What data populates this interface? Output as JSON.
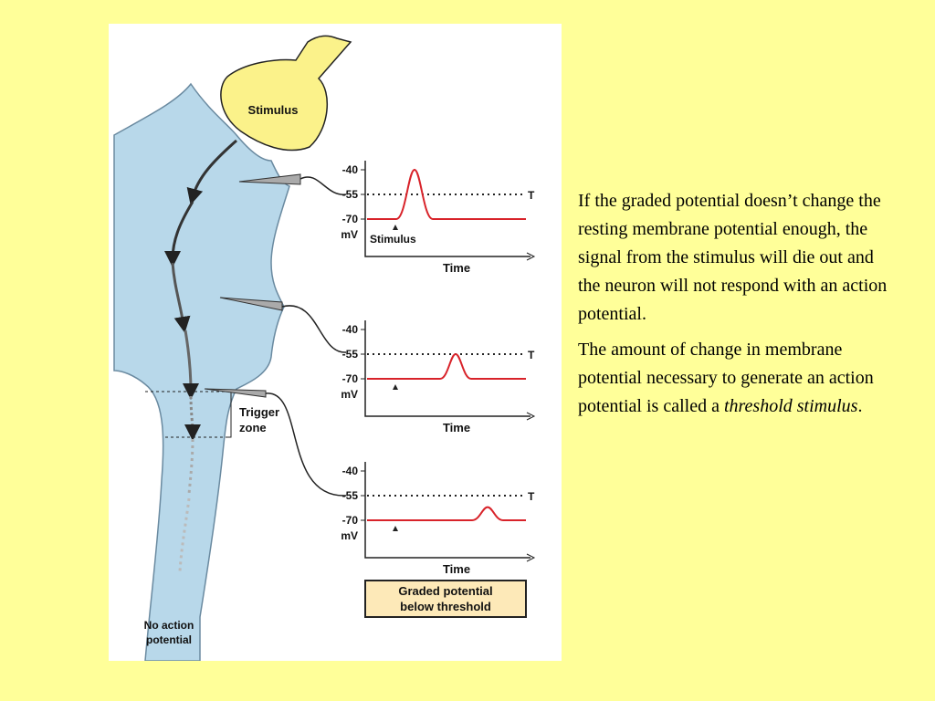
{
  "figure": {
    "stimulus_label": "Stimulus",
    "trigger_zone_label": [
      "Trigger",
      "zone"
    ],
    "no_action_label": [
      "No action",
      "potential"
    ],
    "caption_box": [
      "Graded potential",
      "below threshold"
    ],
    "graphs": [
      {
        "y_ticks": [
          "-40",
          "-55",
          "-70"
        ],
        "y_unit": "mV",
        "x_label": "Time",
        "threshold_label": "T",
        "stimulus_marker_label": "Stimulus",
        "peak_mV": -40,
        "resting_mV": -70,
        "threshold_mV": -55
      },
      {
        "y_ticks": [
          "-40",
          "-55",
          "-70"
        ],
        "y_unit": "mV",
        "x_label": "Time",
        "threshold_label": "T",
        "stimulus_marker_label": "",
        "peak_mV": -55,
        "resting_mV": -70,
        "threshold_mV": -55
      },
      {
        "y_ticks": [
          "-40",
          "-55",
          "-70"
        ],
        "y_unit": "mV",
        "x_label": "Time",
        "threshold_label": "T",
        "stimulus_marker_label": "",
        "peak_mV": -62,
        "resting_mV": -70,
        "threshold_mV": -55
      }
    ],
    "colors": {
      "neuron": "#b8d8ea",
      "stimulus_cell": "#fbf28a",
      "trace": "#d8232a",
      "caption_box": "#fde9b8",
      "slide_background": "#ffff99"
    }
  },
  "text": {
    "para1": "If the graded potential doesn’t change the resting membrane potential enough, the signal from the stimulus will die out and the neuron will not respond with an action potential.",
    "para2_prefix": "The amount of change in membrane potential necessary to generate an action potential is called a ",
    "para2_term": "threshold stimulus",
    "para2_suffix": "."
  }
}
